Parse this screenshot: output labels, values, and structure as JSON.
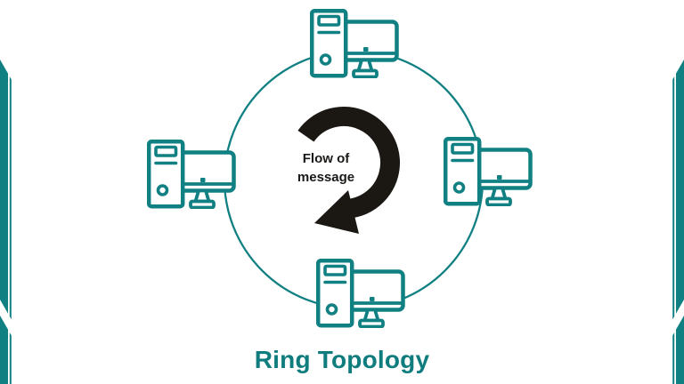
{
  "title": "Ring Topology",
  "center_label": {
    "line1": "Flow of",
    "line2": "message"
  },
  "flow_direction": "clockwise",
  "colors": {
    "teal": "#118083",
    "title_teal": "#0F7C7E",
    "arrow_black": "#1B1814",
    "background": "#FFFFFF"
  },
  "icons": {
    "node_icon": "desktop-computer-icon",
    "flow_icon": "circular-arrow-clockwise-icon"
  },
  "nodes": [
    {
      "id": "top",
      "position": "top"
    },
    {
      "id": "right",
      "position": "right"
    },
    {
      "id": "bottom",
      "position": "bottom"
    },
    {
      "id": "left",
      "position": "left"
    }
  ]
}
